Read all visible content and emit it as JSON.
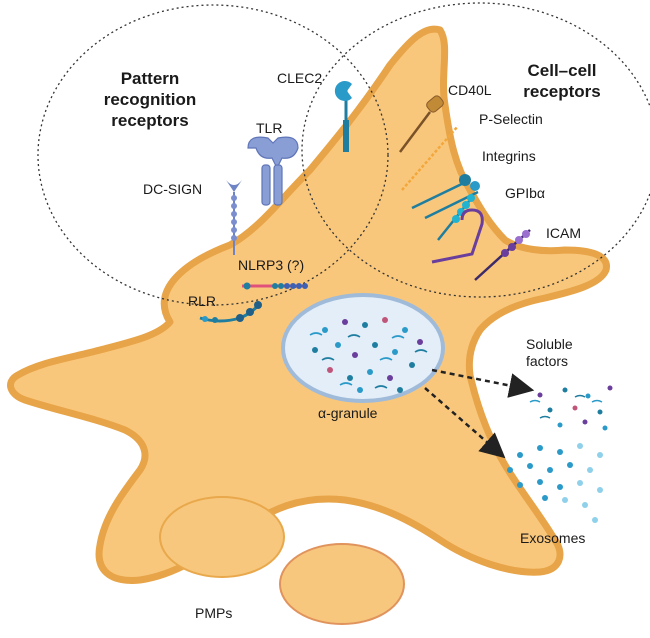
{
  "colors": {
    "cell_fill": "#f9c77b",
    "cell_edge": "#e7a448",
    "granule_fill": "#e3eef8",
    "granule_edge": "#9fbbd9",
    "vesicle_fill": "#f7c77d",
    "vesicle_edge": "#e8a84b",
    "pmp2_edge": "#e0935c",
    "receptor_blue": "#6f84c4",
    "teal": "#1f7ea0",
    "purple": "#6a3e9c",
    "brown": "#8a5a2b",
    "orange_selectin": "#f3a73b"
  },
  "groups": {
    "prr": "Pattern recognition receptors",
    "ccr": "Cell–cell receptors"
  },
  "receptors": {
    "clec2": "CLEC2",
    "tlr": "TLR",
    "dcsign": "DC-SIGN",
    "nlrp3": "NLRP3 (?)",
    "rlr": "RLR",
    "cd40l": "CD40L",
    "pselectin": "P-Selectin",
    "integrins": "Integrins",
    "gpib": "GPIbα",
    "icam": "ICAM"
  },
  "secretion": {
    "granule": "α-granule",
    "soluble": "Soluble factors",
    "exosomes": "Exosomes",
    "pmps": "PMPs"
  }
}
